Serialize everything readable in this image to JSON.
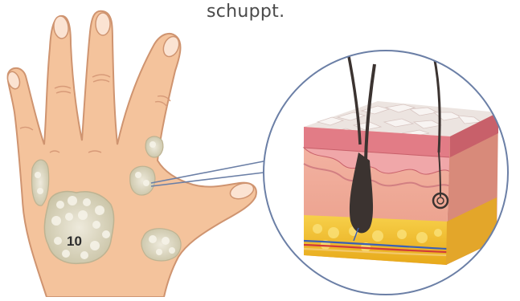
{
  "caption": "schuppt.",
  "hand_label_number": "10",
  "icons": [
    "hand-illustration",
    "skin-cross-section",
    "magnifier-circle"
  ],
  "colors": {
    "skin": "#f4c39c",
    "skin_outline": "#cf9470",
    "plaque": "#d7d2b9",
    "epidermis": "#e8a8a0",
    "fat": "#f1c02a",
    "hair": "#3b3330",
    "circle_outline": "#6b7fa6"
  }
}
